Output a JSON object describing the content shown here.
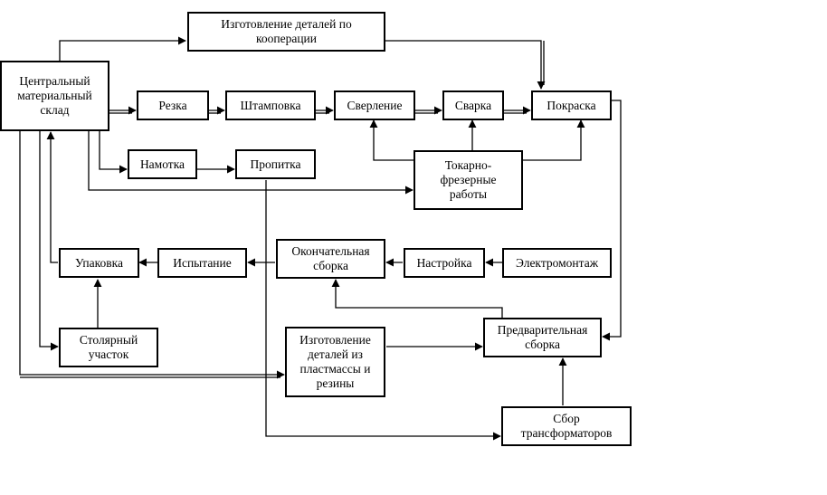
{
  "nodes": {
    "cooperation": "Изготовление деталей по\nкооперации",
    "warehouse": "Центральный\nматериальный\nсклад",
    "cutting": "Резка",
    "stamping": "Штамповка",
    "drilling": "Сверление",
    "welding": "Сварка",
    "painting": "Покраска",
    "winding": "Намотка",
    "impregnation": "Пропитка",
    "turning_milling": "Токарно-\nфрезерные\nработы",
    "packing": "Упаковка",
    "testing": "Испытание",
    "final_assembly": "Окончательная\nсборка",
    "tuning": "Настройка",
    "electrical_installation": "Электромонтаж",
    "carpentry": "Столярный\nучасток",
    "plastic_rubber": "Изготовление\nдеталей из\nпластмассы и\nрезины",
    "pre_assembly": "Предварительная\nсборка",
    "transformers": "Сбор\nтрансформаторов"
  }
}
